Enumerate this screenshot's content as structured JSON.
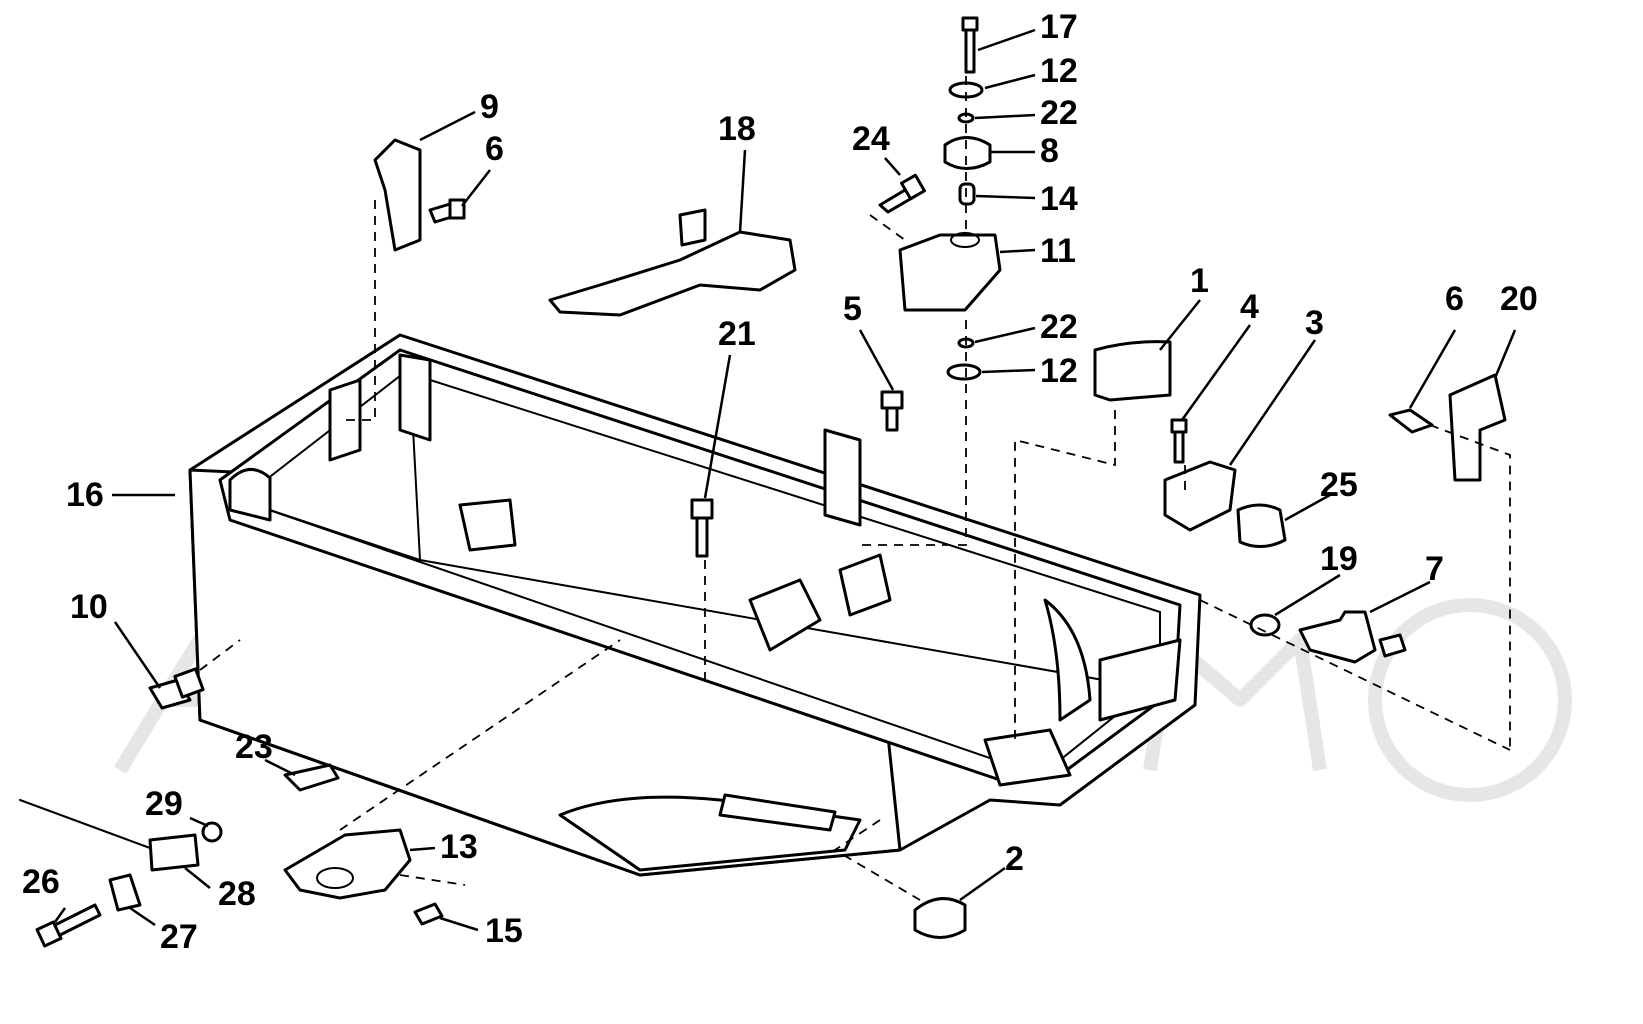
{
  "callouts": {
    "c1": "1",
    "c2": "2",
    "c3": "3",
    "c4": "4",
    "c5": "5",
    "c6a": "6",
    "c6b": "6",
    "c7": "7",
    "c8": "8",
    "c9": "9",
    "c10": "10",
    "c11": "11",
    "c12a": "12",
    "c12b": "12",
    "c13": "13",
    "c14": "14",
    "c15": "15",
    "c16": "16",
    "c17": "17",
    "c18": "18",
    "c19": "19",
    "c20": "20",
    "c21": "21",
    "c22a": "22",
    "c22b": "22",
    "c23": "23",
    "c24": "24",
    "c25": "25",
    "c26": "26",
    "c27": "27",
    "c28": "28",
    "c29": "29"
  },
  "colors": {
    "line": "#000000",
    "background": "#ffffff",
    "watermark": "#e6e6e6"
  }
}
